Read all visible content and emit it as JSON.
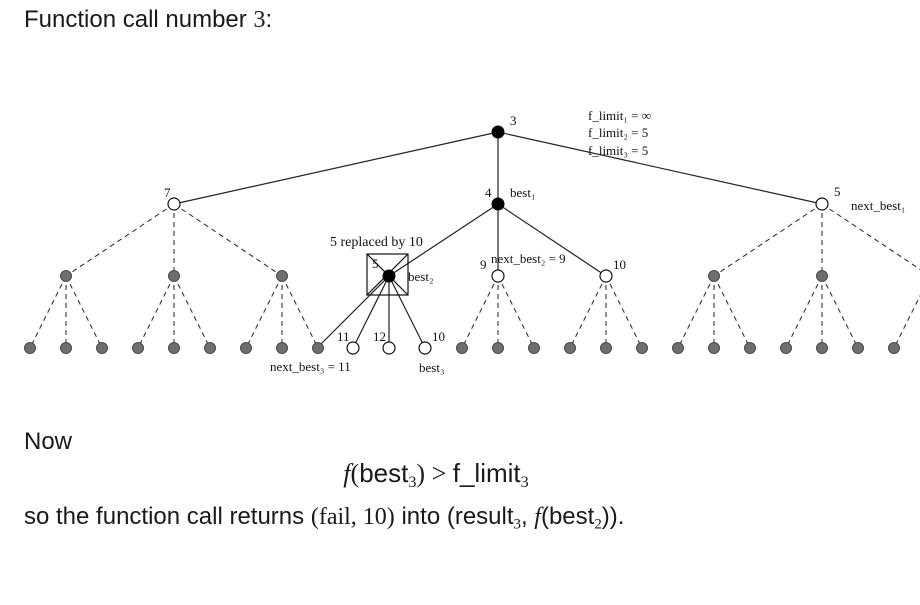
{
  "heading": {
    "prefix": "Function call number ",
    "number": "3",
    "suffix": ":"
  },
  "tree": {
    "root_label": "3",
    "limits": [
      "f_limit₁ = ∞",
      "f_limit₂ = 5",
      "f_limit₃ = 5"
    ],
    "left_label": "7",
    "mid_label": "4",
    "mid_tag": "best₁",
    "right_label": "5",
    "right_tag": "next_best₁",
    "replaced_note": "5 replaced by 10",
    "best2_box_label": "5",
    "best2_tag": "best₂",
    "child9_label": "9",
    "next_best2_note": "next_best₂ = 9",
    "child10_label": "10",
    "leaf11_label": "11",
    "leaf12_label": "12",
    "leaf10_label": "10",
    "next_best3_note": "next_best₃ = 11",
    "best3_tag": "best₃"
  },
  "now_text": "Now",
  "formula": {
    "lhs_f": "f",
    "lhs_arg": "best",
    "lhs_sub": "3",
    "op": " > ",
    "rhs": "f_limit",
    "rhs_sub": "3"
  },
  "result": {
    "text_before": "so the function call returns ",
    "tuple_value": "(fail, 10)",
    "text_mid": " into ",
    "target_open": "(result",
    "target_sub": "3",
    "target_mid": ", ",
    "target_f": "f",
    "target_arg": "(best",
    "target_arg_sub": "2",
    "target_close": "))."
  }
}
